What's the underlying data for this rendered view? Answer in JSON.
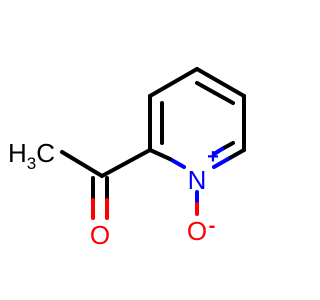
{
  "molecule": {
    "atoms": {
      "methyl": {
        "label": "H",
        "subscript": "3",
        "suffix": "C"
      },
      "carbonyl_oxygen": {
        "label": "O"
      },
      "ring_nitrogen": {
        "label": "N",
        "charge": "+"
      },
      "n_oxide_oxygen": {
        "label": "O",
        "charge": "-"
      }
    },
    "colors": {
      "carbon_bonds": "#000000",
      "oxygen": "#ff0000",
      "nitrogen": "#0000ff"
    }
  }
}
